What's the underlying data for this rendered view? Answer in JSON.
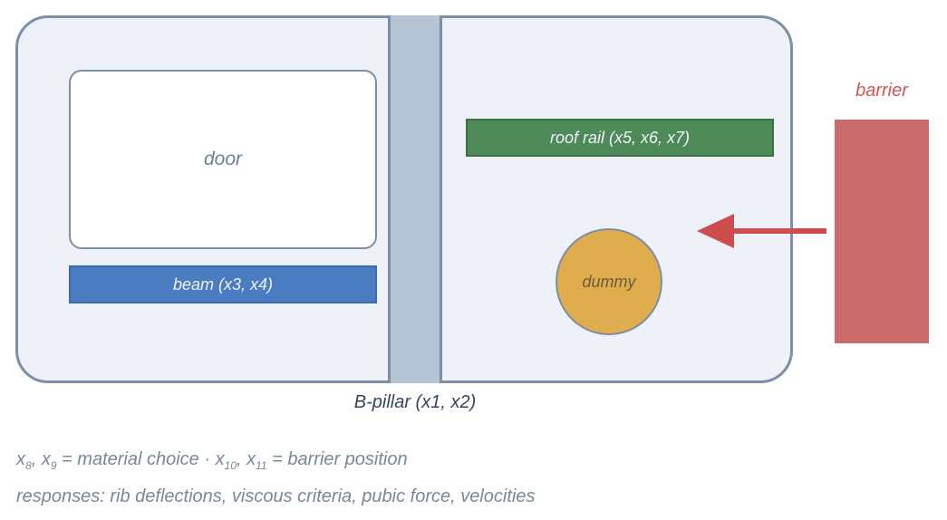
{
  "diagram": {
    "labels": {
      "door": "door",
      "beam": "beam (x3, x4)",
      "roof_rail": "roof rail (x5, x6, x7)",
      "dummy": "dummy",
      "barrier": "barrier",
      "b_pillar": "B-pillar (x1, x2)"
    },
    "notes": {
      "line1": {
        "x8": "x",
        "x8_sub": "8",
        "sep1": ", ",
        "x9": "x",
        "x9_sub": "9",
        "text1": " = material choice · ",
        "x10": "x",
        "x10_sub": "10",
        "sep2": ", ",
        "x11": "x",
        "x11_sub": "11",
        "text2": " = barrier position"
      },
      "line2": "responses: rib deflections, viscous criteria, pubic force, velocities"
    },
    "colors": {
      "body_fill": "#eef2f8",
      "outline": "#7c8fa6",
      "pillar": "#b4c4d4",
      "beam": "#4a7cc2",
      "roof_rail": "#4e8a57",
      "dummy": "#e0ad4e",
      "barrier": "#cb6a6a",
      "arrow": "#cc4d4d"
    },
    "icons": {
      "impact_arrow": "arrow-left-icon"
    }
  }
}
